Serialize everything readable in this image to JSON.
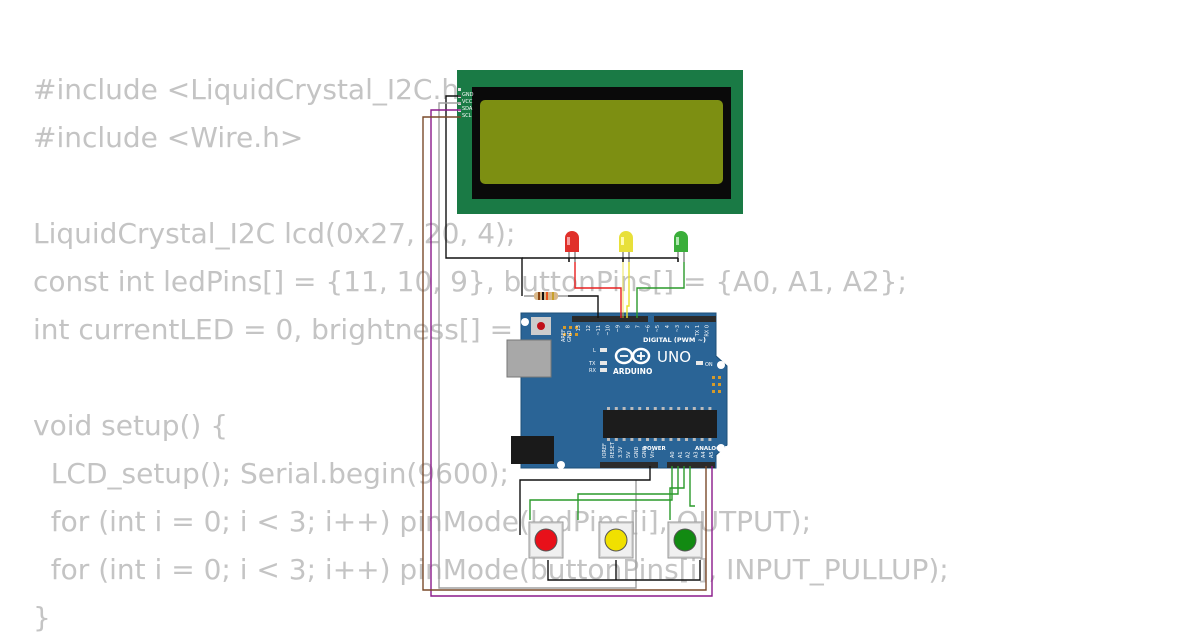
{
  "code_lines": [
    "#include <LiquidCrystal_I2C.h>",
    "#include <Wire.h>",
    "",
    "LiquidCrystal_I2C lcd(0x27, 20, 4);",
    "const int ledPins[] = {11, 10, 9}, buttonPins[] = {A0, A1, A2};",
    "int currentLED = 0, brightness[] = {0, 0, 0};",
    "",
    "void setup() {",
    "  LCD_setup(); Serial.begin(9600);",
    "  for (int i = 0; i < 3; i++) pinMode(ledPins[i], OUTPUT);",
    "  for (int i = 0; i < 3; i++) pinMode(buttonPins[i], INPUT_PULLUP);",
    "}"
  ],
  "lcd": {
    "pin_labels": [
      "GND",
      "VCC",
      "SDA",
      "SCL"
    ],
    "background_color": "#1a7a45",
    "screen_color": "#7d8f12"
  },
  "board": {
    "brand": "ARDUINO",
    "model": "UNO",
    "on_label": "ON",
    "l_label": "L",
    "tx_label": "TX",
    "rx_label": "RX",
    "digital_label": "DIGITAL (PWM ~)",
    "power_label": "POWER",
    "analog_label": "ANALOG IN",
    "aref_label": "AREF",
    "gnd_label": "GND",
    "digital_pins": [
      "13",
      "12",
      "~11",
      "~10",
      "~9",
      "8",
      "7",
      "~6",
      "~5",
      "4",
      "~3",
      "2",
      "TX 1",
      "RX 0"
    ],
    "power_pins": [
      "IOREF",
      "RESET",
      "3.3V",
      "5V",
      "GND",
      "GND",
      "Vin"
    ],
    "analog_pins": [
      "A0",
      "A1",
      "A2",
      "A3",
      "A4",
      "A5"
    ],
    "color": "#2a6496"
  },
  "leds": [
    {
      "color": "#e0302a"
    },
    {
      "color": "#e8e03a"
    },
    {
      "color": "#3aae3a"
    }
  ],
  "buttons": [
    {
      "color": "#e8101a"
    },
    {
      "color": "#f0e000"
    },
    {
      "color": "#128a12"
    }
  ]
}
